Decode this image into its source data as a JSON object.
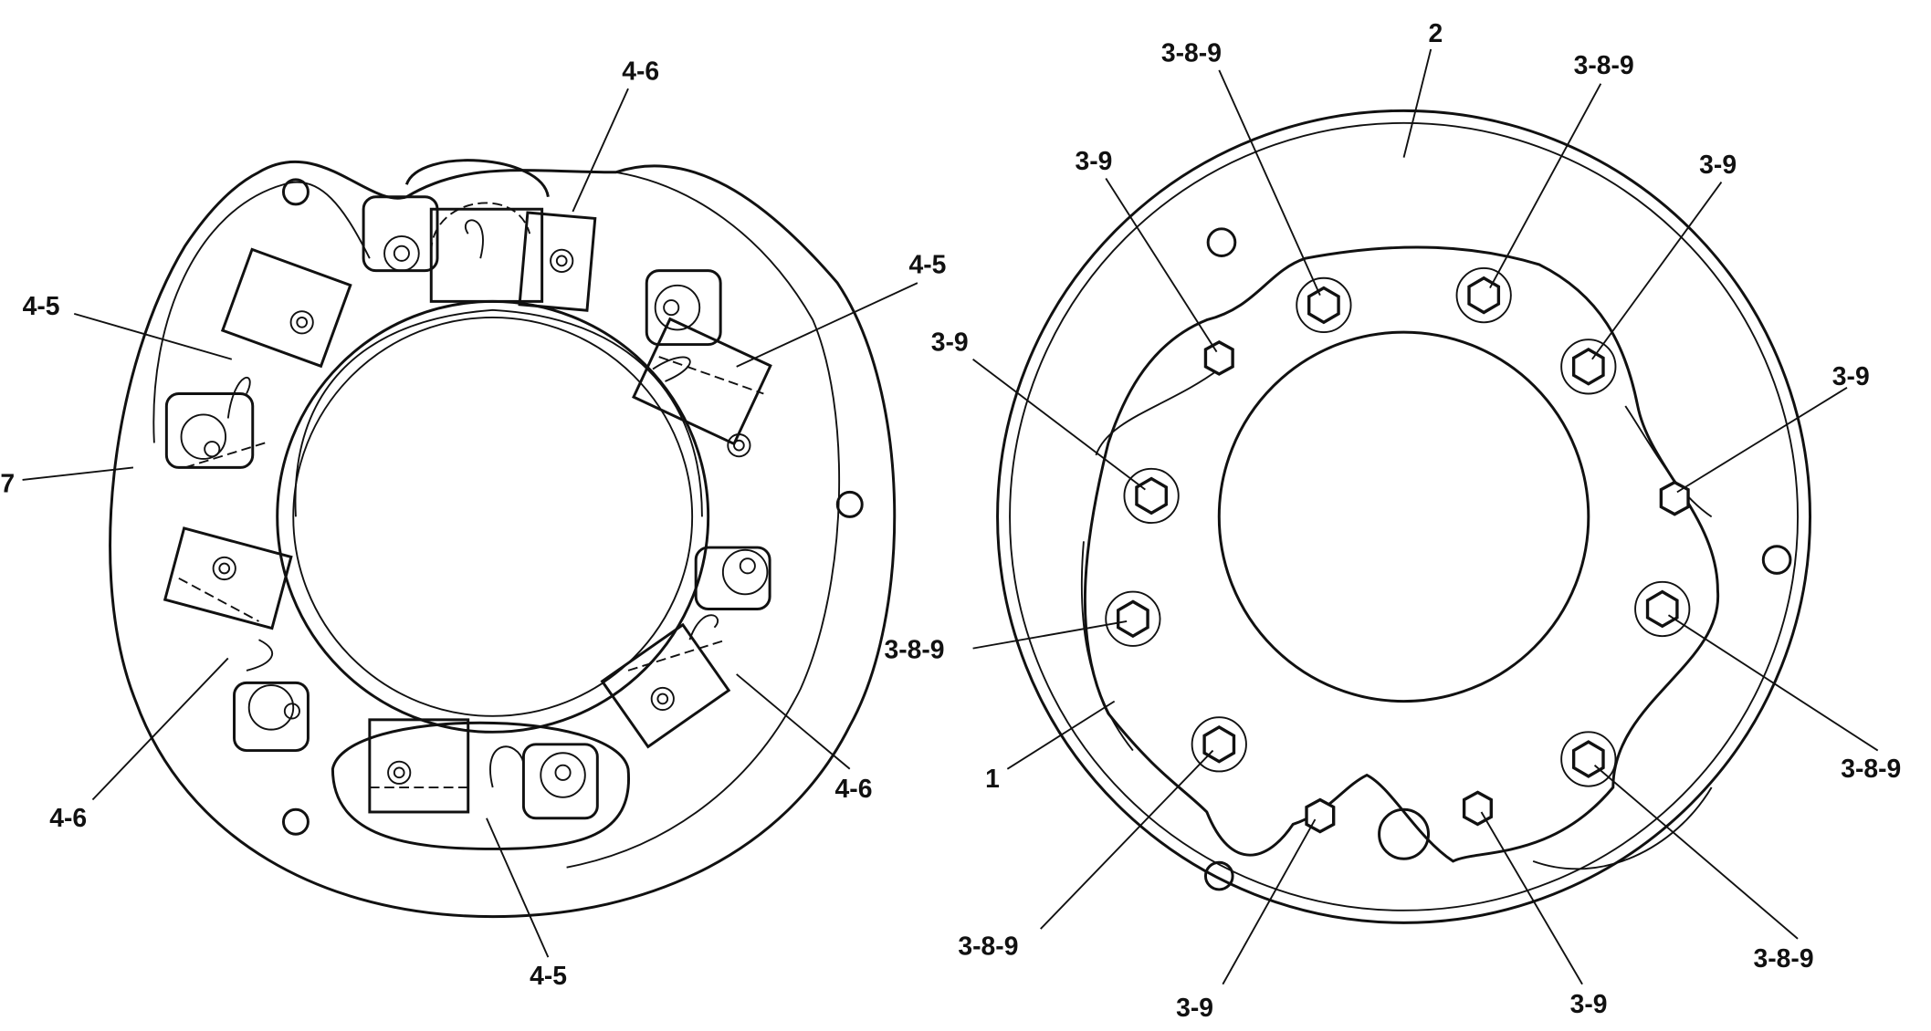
{
  "figure": {
    "left_view": {
      "labels": [
        "4-6",
        "4-5",
        "4-5",
        "7",
        "4-6",
        "4-6",
        "4-5"
      ]
    },
    "right_view": {
      "labels": [
        "2",
        "3-8-9",
        "3-8-9",
        "3-9",
        "3-9",
        "3-9",
        "3-9",
        "3-8-9",
        "1",
        "3-8-9",
        "3-8-9",
        "3-8-9",
        "3-9",
        "3-9"
      ]
    }
  }
}
